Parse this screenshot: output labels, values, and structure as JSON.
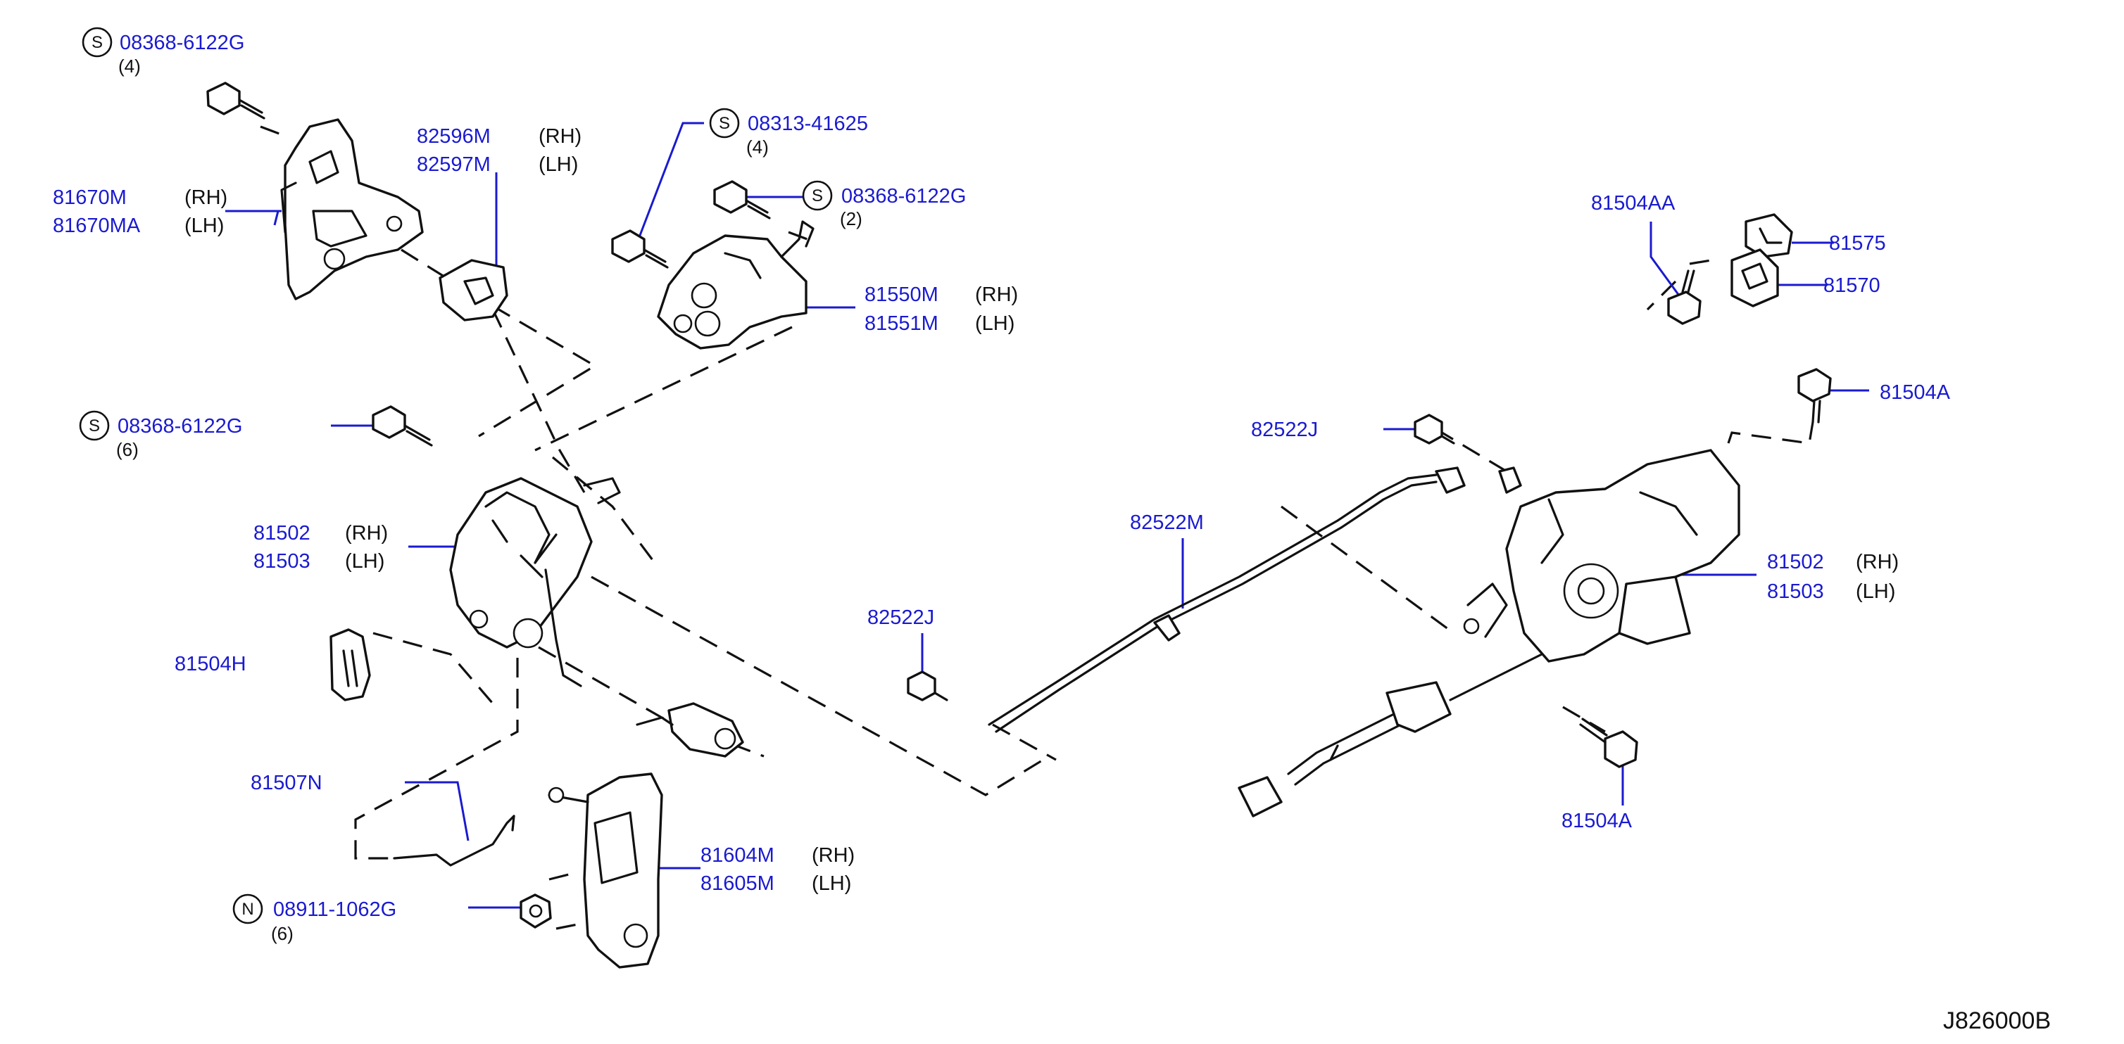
{
  "diagram_code": "J826000B",
  "callouts": [
    {
      "id": "c1",
      "symbol": "S",
      "part": "08368-6122G",
      "qty": "(4)"
    },
    {
      "id": "c2",
      "part": "81670M",
      "side": "(RH)"
    },
    {
      "id": "c3",
      "part": "81670MA",
      "side": "(LH)"
    },
    {
      "id": "c4",
      "part": "82596M",
      "side": "(RH)"
    },
    {
      "id": "c5",
      "part": "82597M",
      "side": "(LH)"
    },
    {
      "id": "c6",
      "symbol": "S",
      "part": "08313-41625",
      "qty": "(4)"
    },
    {
      "id": "c7",
      "symbol": "S",
      "part": "08368-6122G",
      "qty": "(2)"
    },
    {
      "id": "c8",
      "part": "81550M",
      "side": "(RH)"
    },
    {
      "id": "c9",
      "part": "81551M",
      "side": "(LH)"
    },
    {
      "id": "c10",
      "symbol": "S",
      "part": "08368-6122G",
      "qty": "(6)"
    },
    {
      "id": "c11",
      "part": "81502",
      "side": "(RH)"
    },
    {
      "id": "c12",
      "part": "81503",
      "side": "(LH)"
    },
    {
      "id": "c13",
      "part": "81504H"
    },
    {
      "id": "c14",
      "part": "81507N"
    },
    {
      "id": "c15",
      "part": "81604M",
      "side": "(RH)"
    },
    {
      "id": "c16",
      "part": "81605M",
      "side": "(LH)"
    },
    {
      "id": "c17",
      "symbol": "N",
      "part": "08911-1062G",
      "qty": "(6)"
    },
    {
      "id": "c18",
      "part": "82522J"
    },
    {
      "id": "c19",
      "part": "82522M"
    },
    {
      "id": "c20",
      "part": "82522J"
    },
    {
      "id": "c21",
      "part": "81504AA"
    },
    {
      "id": "c22",
      "part": "81575"
    },
    {
      "id": "c23",
      "part": "81570"
    },
    {
      "id": "c24",
      "part": "81504A"
    },
    {
      "id": "c25",
      "part": "81502",
      "side": "(RH)"
    },
    {
      "id": "c26",
      "part": "81503",
      "side": "(LH)"
    },
    {
      "id": "c27",
      "part": "81504A"
    }
  ]
}
